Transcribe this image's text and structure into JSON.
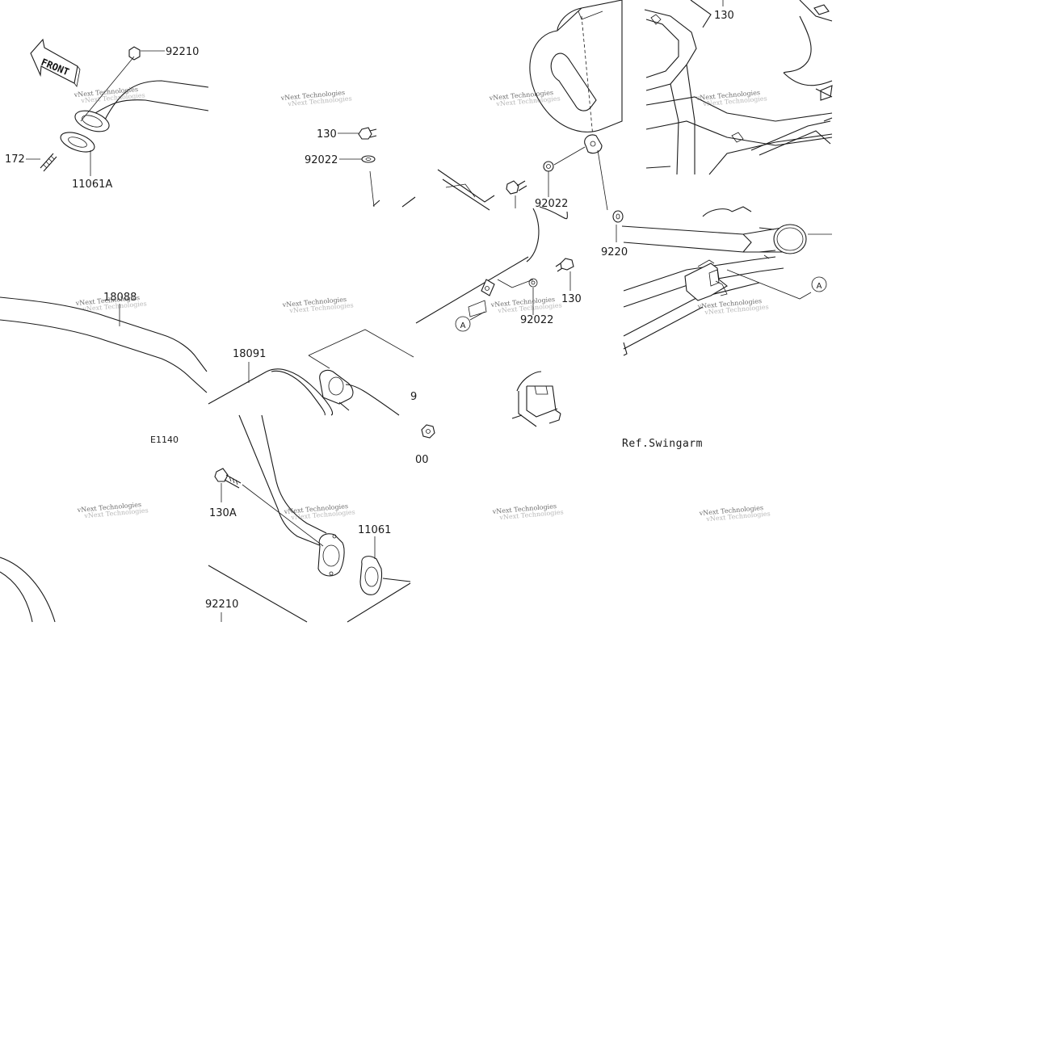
{
  "diagram": {
    "front_arrow_label": "FRONT",
    "part_labels": [
      {
        "id": "p92210_top",
        "text": "92210"
      },
      {
        "id": "p172",
        "text": "172"
      },
      {
        "id": "p11061A",
        "text": "11061A"
      },
      {
        "id": "p130_a",
        "text": "130"
      },
      {
        "id": "p92022_a",
        "text": "92022"
      },
      {
        "id": "p92022_b",
        "text": "92022"
      },
      {
        "id": "p92022_c",
        "text": "92022"
      },
      {
        "id": "p130_b",
        "text": "130"
      },
      {
        "id": "p130_top",
        "text": "130"
      },
      {
        "id": "p9220_cut",
        "text": "9220"
      },
      {
        "id": "p18088",
        "text": "18088"
      },
      {
        "id": "p18091",
        "text": "18091"
      },
      {
        "id": "pE1140",
        "text": "E1140"
      },
      {
        "id": "p130A",
        "text": "130A"
      },
      {
        "id": "p11061",
        "text": "11061"
      },
      {
        "id": "p92210_bottom",
        "text": "92210"
      },
      {
        "id": "p9_cut",
        "text": "9"
      },
      {
        "id": "p00_cut",
        "text": "00"
      }
    ],
    "callout_letters": [
      {
        "id": "callout_a_left",
        "text": "A"
      },
      {
        "id": "callout_a_right",
        "text": "A"
      }
    ],
    "reference_label": "Ref.Swingarm",
    "watermark": {
      "line1": "vNext Technologies",
      "line2": "vNext Technologies"
    }
  }
}
